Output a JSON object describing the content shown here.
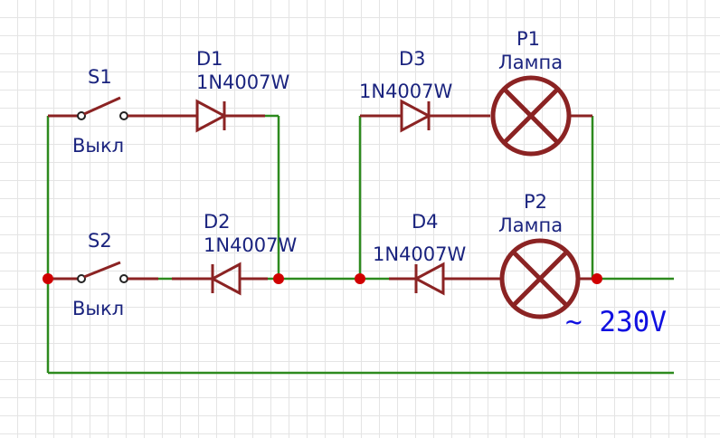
{
  "colors": {
    "wire": "#2d8a1e",
    "component": "#8b2323",
    "junction": "#d00000",
    "label": "#1a237e",
    "voltage": "#1010e0",
    "grid": "#e4e4e4"
  },
  "switches": [
    {
      "name": "S1",
      "state": "Выкл"
    },
    {
      "name": "S2",
      "state": "Выкл"
    }
  ],
  "diodes": [
    {
      "name": "D1",
      "part": "1N4007W"
    },
    {
      "name": "D2",
      "part": "1N4007W"
    },
    {
      "name": "D3",
      "part": "1N4007W"
    },
    {
      "name": "D4",
      "part": "1N4007W"
    }
  ],
  "lamps": [
    {
      "name": "P1",
      "type": "Лампа"
    },
    {
      "name": "P2",
      "type": "Лампа"
    }
  ],
  "source": {
    "label": "~ 230V"
  }
}
